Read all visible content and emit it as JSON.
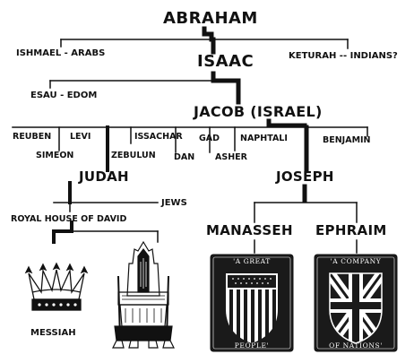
{
  "tree": {
    "root": "ABRAHAM",
    "abraham_line": {
      "left": "ISHMAEL - ARABS",
      "center": "ISAAC",
      "right": "KETURAH -- INDIANS?"
    },
    "isaac_line": {
      "left": "ESAU - EDOM",
      "main": "JACOB (ISRAEL)"
    },
    "sons_of_jacob": [
      "REUBEN",
      "SIMEON",
      "LEVI",
      "ZEBULUN",
      "ISSACHAR",
      "DAN",
      "GAD",
      "ASHER",
      "NAPHTALI",
      "BENJAMIN"
    ],
    "judah": {
      "name": "JUDAH",
      "branch": "JEWS",
      "house": "ROYAL HOUSE OF DAVID",
      "descendant": "MESSIAH"
    },
    "joseph": {
      "name": "JOSEPH",
      "sons": [
        {
          "name": "MANASSEH",
          "plaque_top": "'A GREAT",
          "plaque_bottom": "PEOPLE'"
        },
        {
          "name": "EPHRAIM",
          "plaque_top": "'A COMPANY",
          "plaque_bottom": "OF NATIONS'"
        }
      ]
    }
  },
  "icons": [
    "crown-icon",
    "throne-icon",
    "us-flag-shield-icon",
    "union-jack-shield-icon"
  ],
  "colors": {
    "ink": "#111111",
    "paper": "#ffffff",
    "plaque": "#1a1a1a"
  }
}
